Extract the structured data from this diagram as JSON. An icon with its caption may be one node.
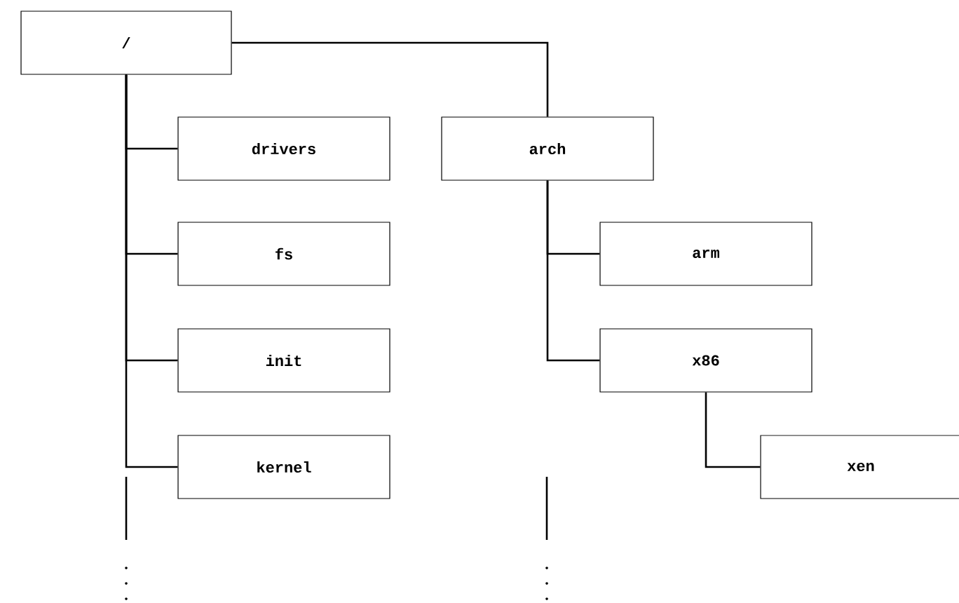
{
  "diagram": {
    "nodes": [
      {
        "text": [
          "/"
        ]
      },
      {
        "text": [
          "drivers"
        ]
      },
      {
        "text": [
          "fs"
        ]
      },
      {
        "text": [
          "init"
        ]
      },
      {
        "text": [
          "kernel"
        ]
      },
      {
        "text": [
          "arch"
        ]
      },
      {
        "text": [
          "arm"
        ]
      },
      {
        "text": [
          "x86"
        ]
      },
      {
        "text": [
          "xen"
        ]
      }
    ],
    "edges": [
      {
        "from": 0,
        "to": 1,
        "arrow": "none"
      },
      {
        "from": 0,
        "to": 2,
        "arrow": "none"
      },
      {
        "from": 0,
        "to": 3,
        "arrow": "none"
      },
      {
        "from": 0,
        "to": 4,
        "arrow": "none"
      },
      {
        "from": 0,
        "to": 5,
        "arrow": "none"
      },
      {
        "from": 5,
        "to": 6,
        "arrow": "none"
      },
      {
        "from": 5,
        "to": 7,
        "arrow": "none"
      },
      {
        "from": 7,
        "to": 8,
        "arrow": "none"
      }
    ]
  }
}
